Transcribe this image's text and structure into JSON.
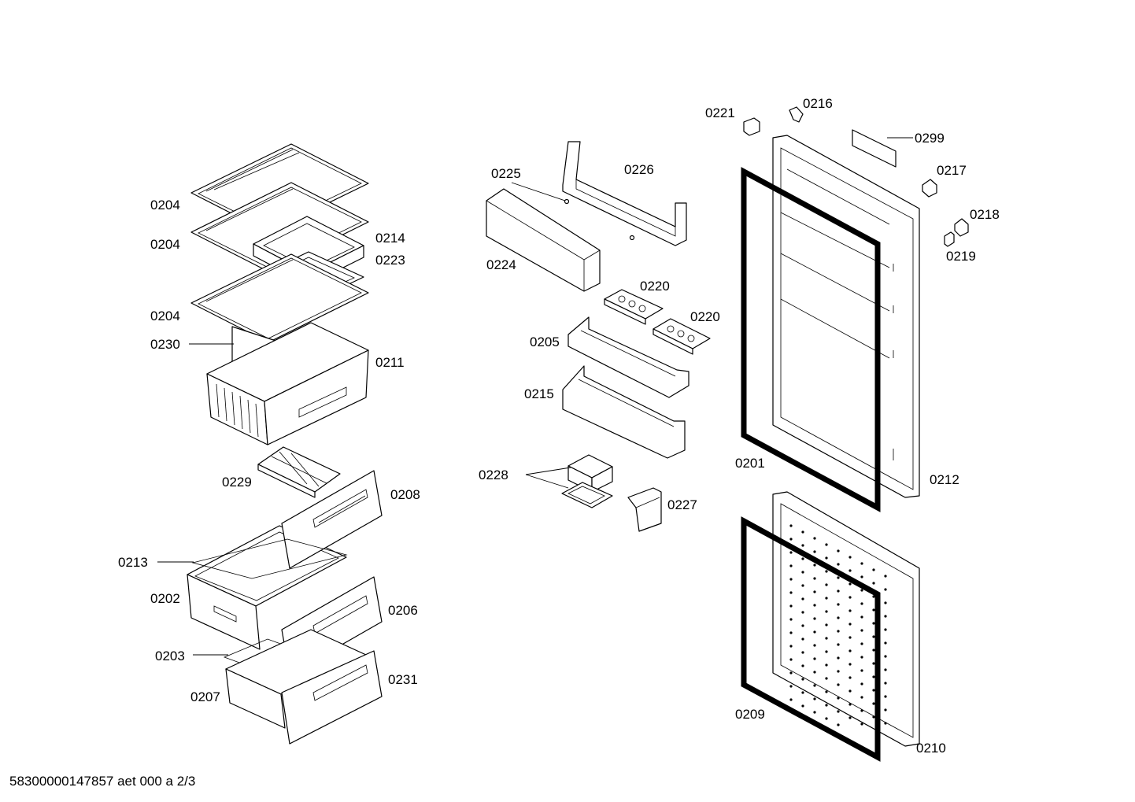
{
  "labels": {
    "l0204a": "0204",
    "l0204b": "0204",
    "l0204c": "0204",
    "l0214": "0214",
    "l0223": "0223",
    "l0230": "0230",
    "l0211": "0211",
    "l0229": "0229",
    "l0208": "0208",
    "l0213": "0213",
    "l0202": "0202",
    "l0206": "0206",
    "l0203": "0203",
    "l0207": "0207",
    "l0231": "0231",
    "l0225": "0225",
    "l0226": "0226",
    "l0224": "0224",
    "l0220a": "0220",
    "l0220b": "0220",
    "l0205": "0205",
    "l0215": "0215",
    "l0228": "0228",
    "l0227": "0227",
    "l0221": "0221",
    "l0216": "0216",
    "l0299": "0299",
    "l0217": "0217",
    "l0218": "0218",
    "l0219": "0219",
    "l0201": "0201",
    "l0212": "0212",
    "l0209": "0209",
    "l0210": "0210"
  },
  "footer": "58300000147857 aet 000 a 2/3"
}
